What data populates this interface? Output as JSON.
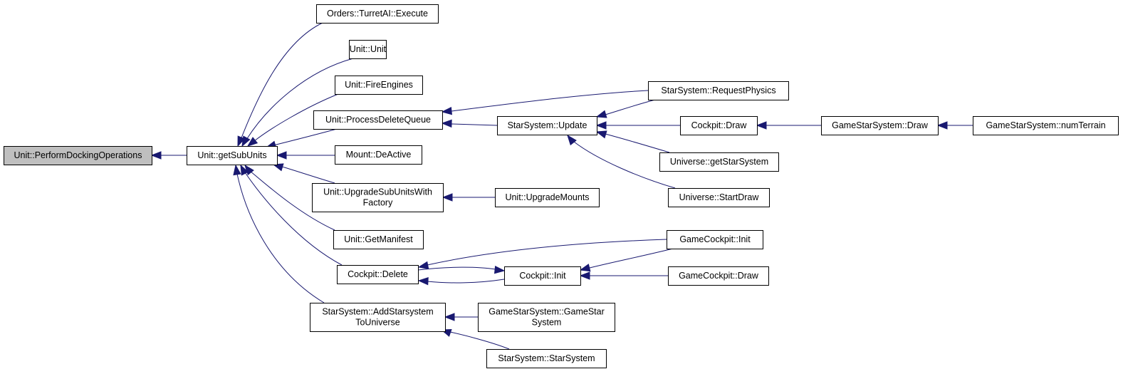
{
  "graph": {
    "nodes": [
      {
        "id": "perform_docking",
        "lines": [
          "Unit::PerformDockingOperations"
        ],
        "selected": true
      },
      {
        "id": "get_sub_units",
        "lines": [
          "Unit::getSubUnits"
        ]
      },
      {
        "id": "turret_ai_execute",
        "lines": [
          "Orders::TurretAI::Execute"
        ]
      },
      {
        "id": "unit_unit",
        "lines": [
          "Unit::Unit"
        ]
      },
      {
        "id": "fire_engines",
        "lines": [
          "Unit::FireEngines"
        ]
      },
      {
        "id": "process_delete_queue",
        "lines": [
          "Unit::ProcessDeleteQueue"
        ]
      },
      {
        "id": "mount_deactive",
        "lines": [
          "Mount::DeActive"
        ]
      },
      {
        "id": "upgrade_subunits_with_factory",
        "lines": [
          "Unit::UpgradeSubUnitsWith",
          "Factory"
        ]
      },
      {
        "id": "get_manifest",
        "lines": [
          "Unit::GetManifest"
        ]
      },
      {
        "id": "cockpit_delete",
        "lines": [
          "Cockpit::Delete"
        ]
      },
      {
        "id": "add_starsystem_to_universe",
        "lines": [
          "StarSystem::AddStarsystem",
          "ToUniverse"
        ]
      },
      {
        "id": "starsystem_update",
        "lines": [
          "StarSystem::Update"
        ]
      },
      {
        "id": "upgrade_mounts",
        "lines": [
          "Unit::UpgradeMounts"
        ]
      },
      {
        "id": "cockpit_init",
        "lines": [
          "Cockpit::Init"
        ]
      },
      {
        "id": "gamestarsystem_ctor",
        "lines": [
          "GameStarSystem::GameStar",
          "System"
        ]
      },
      {
        "id": "starsystem_ctor",
        "lines": [
          "StarSystem::StarSystem"
        ]
      },
      {
        "id": "request_physics",
        "lines": [
          "StarSystem::RequestPhysics"
        ]
      },
      {
        "id": "cockpit_draw",
        "lines": [
          "Cockpit::Draw"
        ]
      },
      {
        "id": "universe_get_starsystem",
        "lines": [
          "Universe::getStarSystem"
        ]
      },
      {
        "id": "universe_start_draw",
        "lines": [
          "Universe::StartDraw"
        ]
      },
      {
        "id": "gamecockpit_init",
        "lines": [
          "GameCockpit::Init"
        ]
      },
      {
        "id": "gamecockpit_draw",
        "lines": [
          "GameCockpit::Draw"
        ]
      },
      {
        "id": "gamestarsystem_draw",
        "lines": [
          "GameStarSystem::Draw"
        ]
      },
      {
        "id": "gamestarsystem_num_terrain",
        "lines": [
          "GameStarSystem::numTerrain"
        ]
      }
    ],
    "edges": [
      {
        "from": "get_sub_units",
        "to": "perform_docking"
      },
      {
        "from": "turret_ai_execute",
        "to": "get_sub_units"
      },
      {
        "from": "unit_unit",
        "to": "get_sub_units"
      },
      {
        "from": "fire_engines",
        "to": "get_sub_units"
      },
      {
        "from": "process_delete_queue",
        "to": "get_sub_units"
      },
      {
        "from": "mount_deactive",
        "to": "get_sub_units"
      },
      {
        "from": "upgrade_subunits_with_factory",
        "to": "get_sub_units"
      },
      {
        "from": "get_manifest",
        "to": "get_sub_units"
      },
      {
        "from": "cockpit_delete",
        "to": "get_sub_units"
      },
      {
        "from": "add_starsystem_to_universe",
        "to": "get_sub_units"
      },
      {
        "from": "request_physics",
        "to": "process_delete_queue"
      },
      {
        "from": "starsystem_update",
        "to": "process_delete_queue"
      },
      {
        "from": "upgrade_mounts",
        "to": "upgrade_subunits_with_factory"
      },
      {
        "from": "gamecockpit_init",
        "to": "cockpit_delete"
      },
      {
        "from": "cockpit_init",
        "to": "cockpit_delete"
      },
      {
        "from": "cockpit_delete",
        "to": "cockpit_init"
      },
      {
        "from": "gamestarsystem_ctor",
        "to": "add_starsystem_to_universe"
      },
      {
        "from": "starsystem_ctor",
        "to": "add_starsystem_to_universe"
      },
      {
        "from": "request_physics",
        "to": "starsystem_update"
      },
      {
        "from": "cockpit_draw",
        "to": "starsystem_update"
      },
      {
        "from": "universe_get_starsystem",
        "to": "starsystem_update"
      },
      {
        "from": "universe_start_draw",
        "to": "starsystem_update"
      },
      {
        "from": "gamecockpit_init",
        "to": "cockpit_init"
      },
      {
        "from": "gamecockpit_draw",
        "to": "cockpit_init"
      },
      {
        "from": "gamestarsystem_draw",
        "to": "cockpit_draw"
      },
      {
        "from": "gamestarsystem_num_terrain",
        "to": "gamestarsystem_draw"
      }
    ]
  },
  "colors": {
    "edge": "#191970",
    "selected_fill": "#bfbfbf",
    "node_fill": "#ffffff",
    "node_stroke": "#000000"
  }
}
